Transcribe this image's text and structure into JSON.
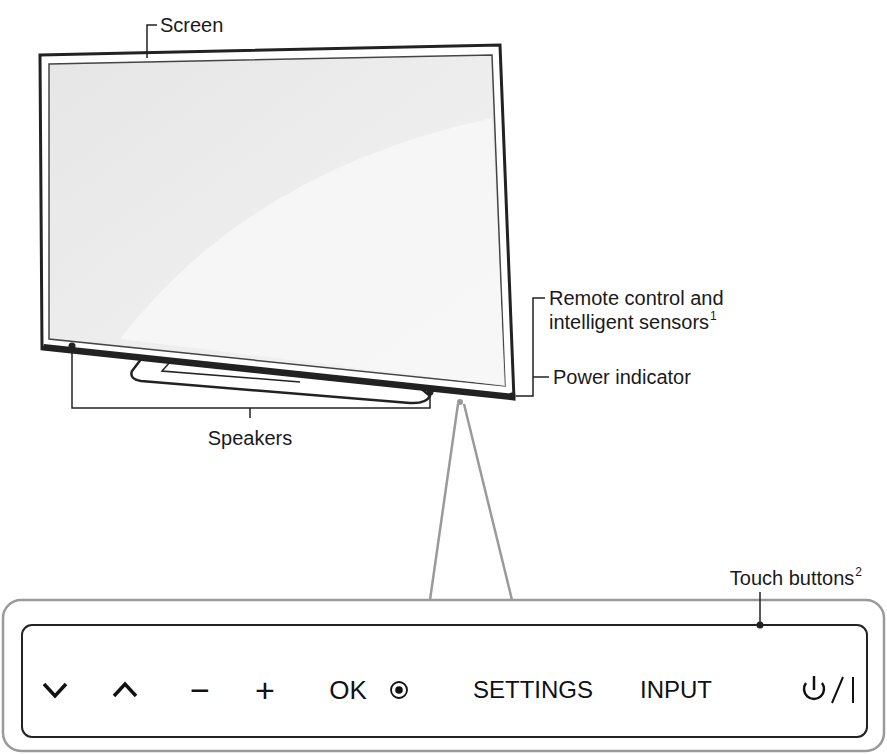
{
  "diagram": {
    "nodes": [
      {
        "text": [
          "Touch buttons",
          "2",
          "−",
          "+",
          "OK",
          "SETTINGS",
          "INPUT"
        ]
      }
    ],
    "labels": [
      "Screen",
      "Remote control and intelligent sensors",
      "1",
      "Power indicator",
      "Speakers"
    ]
  }
}
